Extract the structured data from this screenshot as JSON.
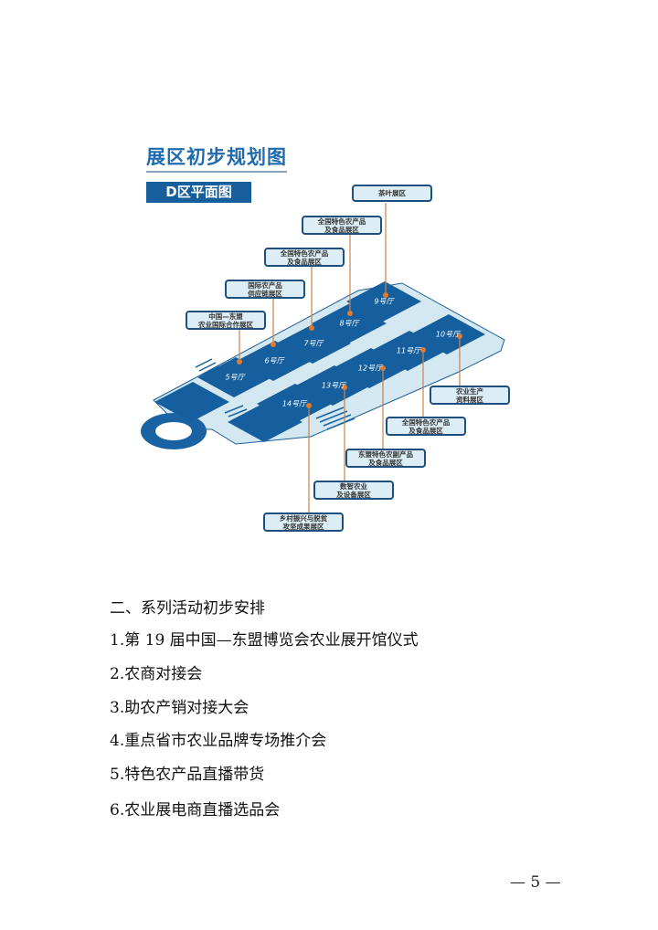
{
  "diagram": {
    "title": "展区初步规划图",
    "subtitle": "D区平面图",
    "halls": [
      "5号厅",
      "6号厅",
      "7号厅",
      "8号厅",
      "9号厅",
      "10号厅",
      "11号厅",
      "12号厅",
      "13号厅",
      "14号厅"
    ],
    "labels": [
      "茶叶展区",
      "全国特色农产品\n及食品展区",
      "全国特色农产品\n及食品展区",
      "国际农产品\n供应链展区",
      "中国—东盟\n农业国际合作展区",
      "农业生产\n资料展区",
      "全国特色农产品\n及食品展区",
      "东盟特色农副产品\n及食品展区",
      "数智农业\n及设备展区",
      "乡村振兴与脱贫\n攻坚成果展区"
    ],
    "colors": {
      "hall": "#165f9e",
      "platform": "#d4e8f1",
      "line": "#c9824a",
      "dot": "#e07a2e"
    }
  },
  "section": {
    "heading": "二、系列活动初步安排",
    "items": [
      "1.第 19 届中国—东盟博览会农业展开馆仪式",
      "2.农商对接会",
      "3.助农产销对接大会",
      "4.重点省市农业品牌专场推介会",
      "5.特色农产品直播带货",
      "6.农业展电商直播选品会"
    ]
  },
  "page_number": "— 5 —"
}
